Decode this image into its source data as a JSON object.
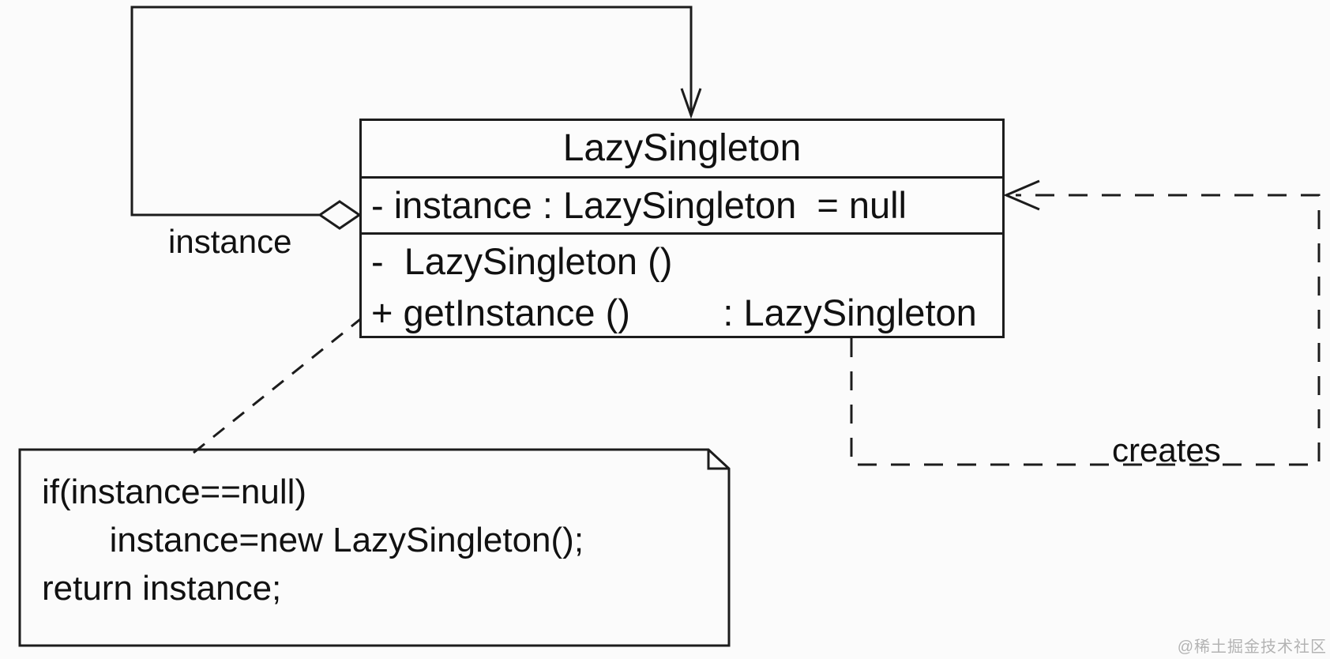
{
  "diagram": {
    "type": "uml-class-diagram",
    "background_color": "#fbfbfb",
    "line_color": "#1c1c1c",
    "class_box": {
      "title": "LazySingleton",
      "attributes": [
        "- instance : LazySingleton  = null"
      ],
      "methods": [
        "-  LazySingleton ()",
        "+ getInstance ()         : LazySingleton"
      ]
    },
    "labels": {
      "association": "instance",
      "dependency": "creates"
    },
    "note": {
      "code": "if(instance==null)\n       instance=new LazySingleton();\nreturn instance;"
    },
    "watermark": "@稀土掘金技术社区"
  }
}
